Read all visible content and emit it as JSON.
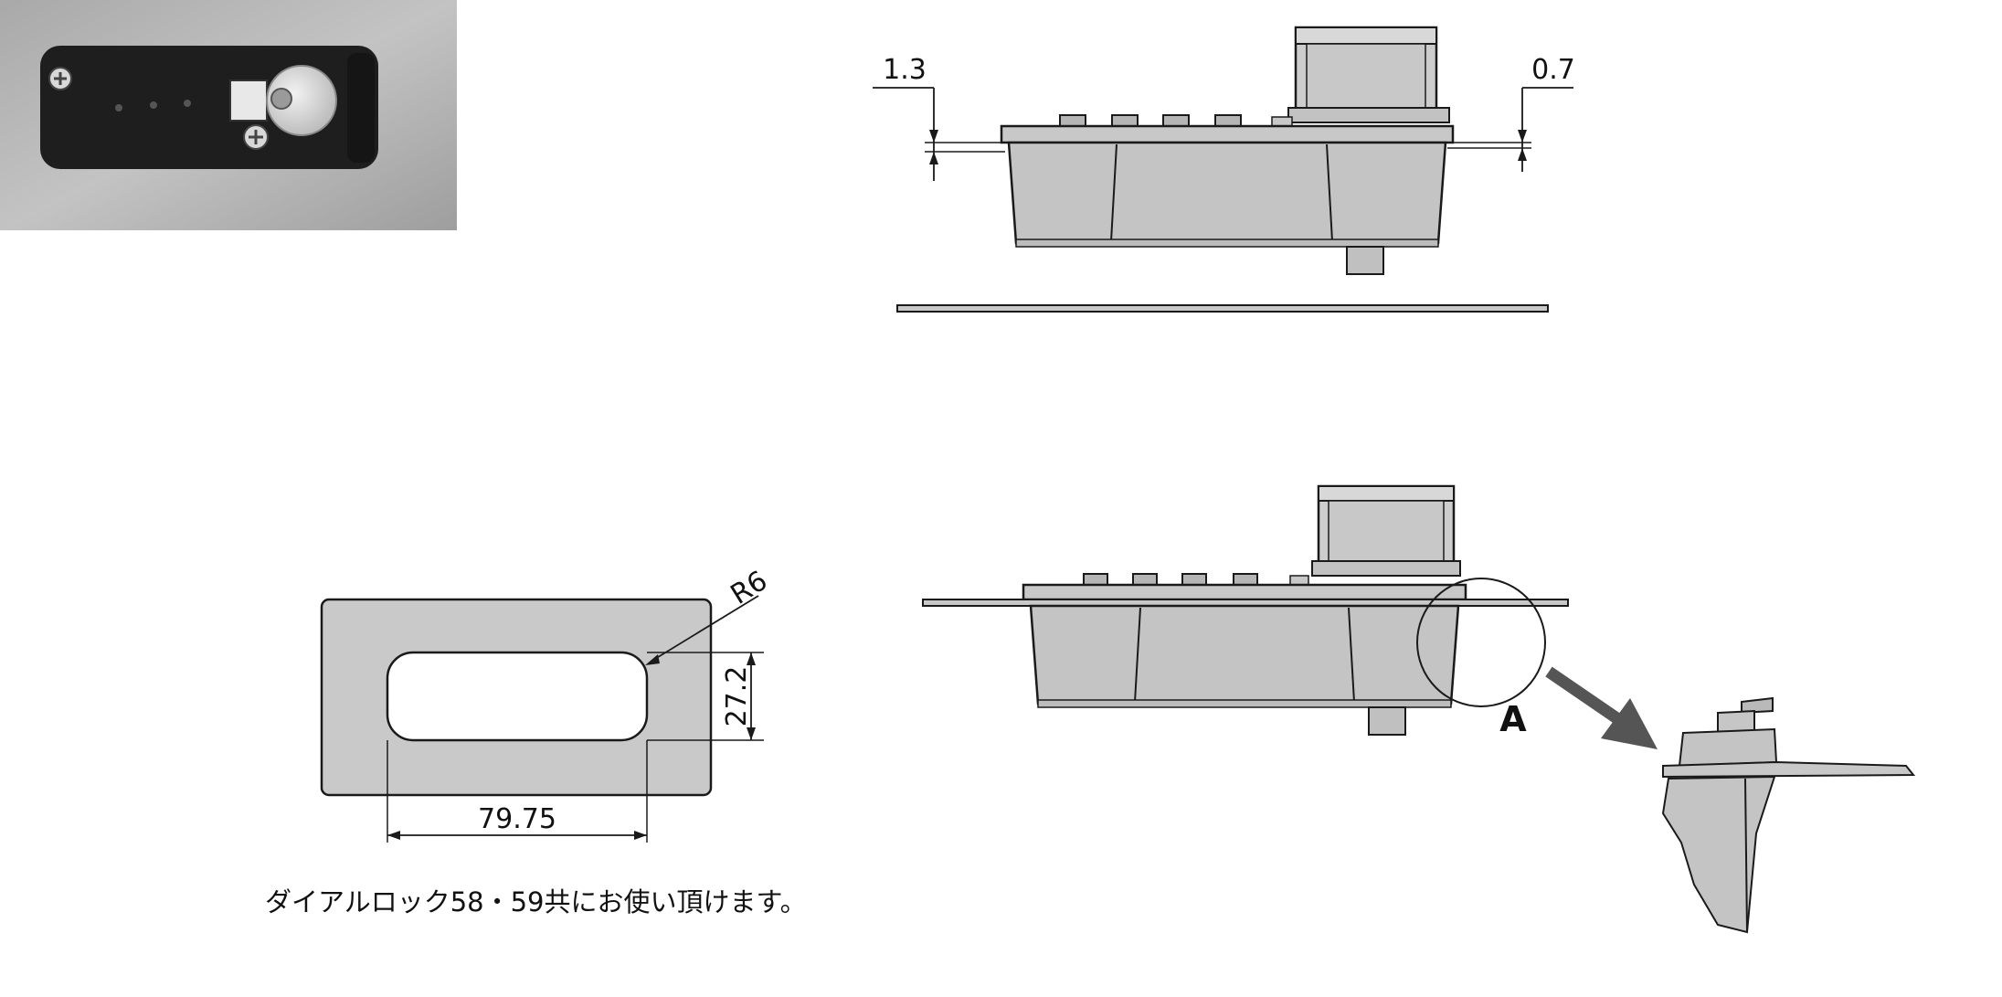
{
  "dimensions": {
    "gap_left": "1.3",
    "gap_right": "0.7",
    "corner_radius": "R6",
    "cutout_height": "27.2",
    "cutout_width": "79.75"
  },
  "callout_label": "A",
  "caption": "ダイアルロック58・59共にお使い頂けます。",
  "colors": {
    "body_gray": "#c4c4c4",
    "panel_gray": "#c9c9c9",
    "line": "#1a1a1a",
    "arrow": "#555555",
    "photo_bg": "#b5b5b5",
    "lock_black": "#1e1e1e"
  }
}
